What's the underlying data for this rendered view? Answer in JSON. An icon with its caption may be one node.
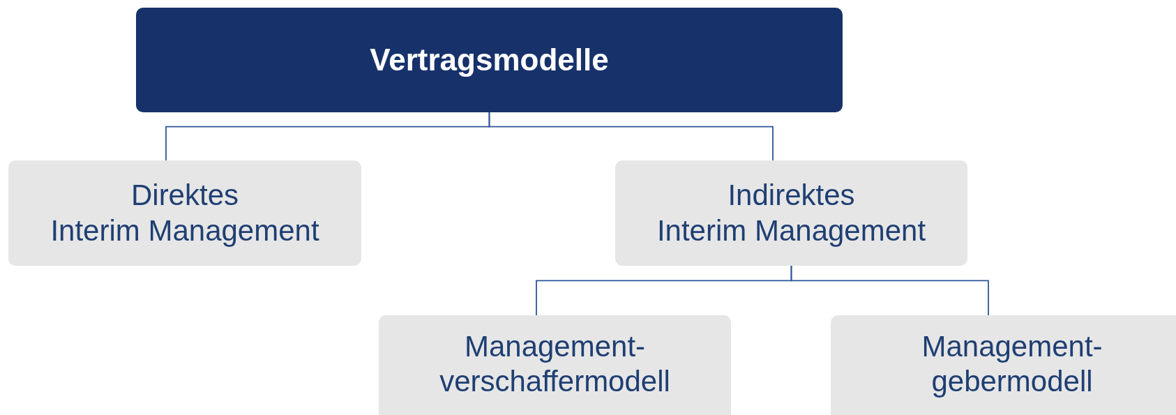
{
  "diagram": {
    "nodes": [
      {
        "text": [
          "Vertragsmodelle"
        ]
      },
      {
        "text": [
          "Direktes Interim Management"
        ]
      },
      {
        "text": [
          "Indirektes Interim Management"
        ]
      },
      {
        "text": [
          "Management- verschaffermodell"
        ]
      },
      {
        "text": [
          "Management- gebermodell"
        ]
      }
    ],
    "edges": [
      {
        "from": 0,
        "to": 1,
        "arrow": "none"
      },
      {
        "from": 0,
        "to": 2,
        "arrow": "none"
      },
      {
        "from": 2,
        "to": 3,
        "arrow": "none"
      },
      {
        "from": 2,
        "to": 4,
        "arrow": "none"
      }
    ]
  }
}
